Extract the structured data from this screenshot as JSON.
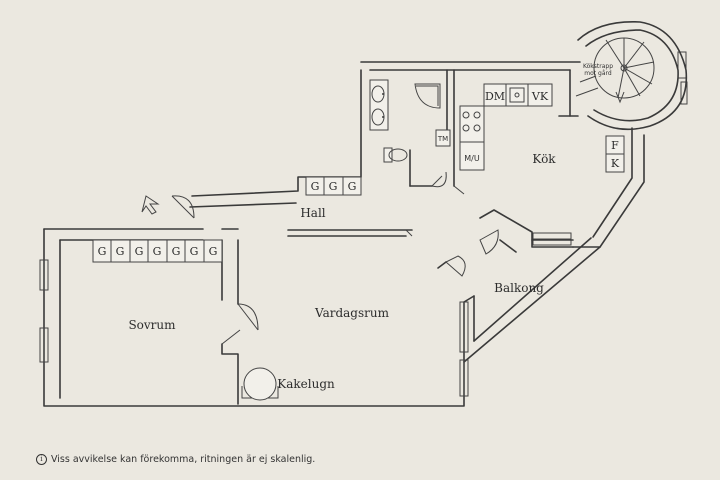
{
  "rooms": {
    "hall": "Hall",
    "sovrum": "Sovrum",
    "vardagsrum": "Vardagsrum",
    "kok": "Kök",
    "balkong": "Balkong",
    "kakelugn": "Kakelugn",
    "kokstrapp_line1": "Kökstrapp",
    "kokstrapp_line2": "mot gård"
  },
  "appliances": {
    "dm": "DM",
    "vk": "VK",
    "tm": "TM",
    "mu": "M/U",
    "f": "F",
    "k": "K"
  },
  "wardrobe_label": "G",
  "disclaimer": "Viss avvikelse kan förekomma, ritningen är ej skalenlig.",
  "info_symbol": "i"
}
